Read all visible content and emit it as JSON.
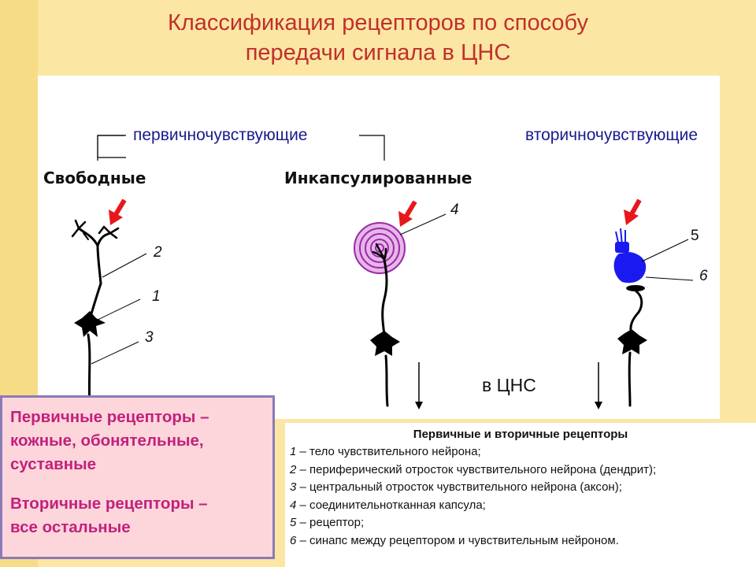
{
  "title": {
    "line1": "Классификация рецепторов по способу",
    "line2": "передачи сигнала в ЦНС"
  },
  "diagram": {
    "primary_group": "первичночувствующие",
    "secondary_group": "вторичночувствующие",
    "free_label": "Свободные",
    "encapsulated_label": "Инкапсулированные",
    "numbers": [
      "1",
      "2",
      "3",
      "4",
      "5",
      "6"
    ],
    "cns_label": "в ЦНС",
    "colors": {
      "arrow": "#e8171b",
      "capsule": "#9c28a8",
      "receptor": "#1a1af0",
      "neuron": "#000000"
    }
  },
  "note_box": {
    "line1": "Первичные рецепторы –",
    "line2": "кожные, обонятельные,",
    "line3": "суставные",
    "line4": "Вторичные рецепторы –",
    "line5": "все остальные"
  },
  "legend": {
    "title": "Первичные и вторичные рецепторы",
    "items": [
      {
        "num": "1",
        "text": " – тело чувствительного нейрона;"
      },
      {
        "num": "2",
        "text": " – периферический отросток чувствительного нейрона (дендрит);"
      },
      {
        "num": "3",
        "text": " – центральный отросток чувствительного нейрона (аксон);"
      },
      {
        "num": "4",
        "text": " – соединительнотканная капсула;"
      },
      {
        "num": "5",
        "text": " – рецептор;"
      },
      {
        "num": "6",
        "text": " – синапс между рецептором и чувствительным нейроном."
      }
    ]
  }
}
